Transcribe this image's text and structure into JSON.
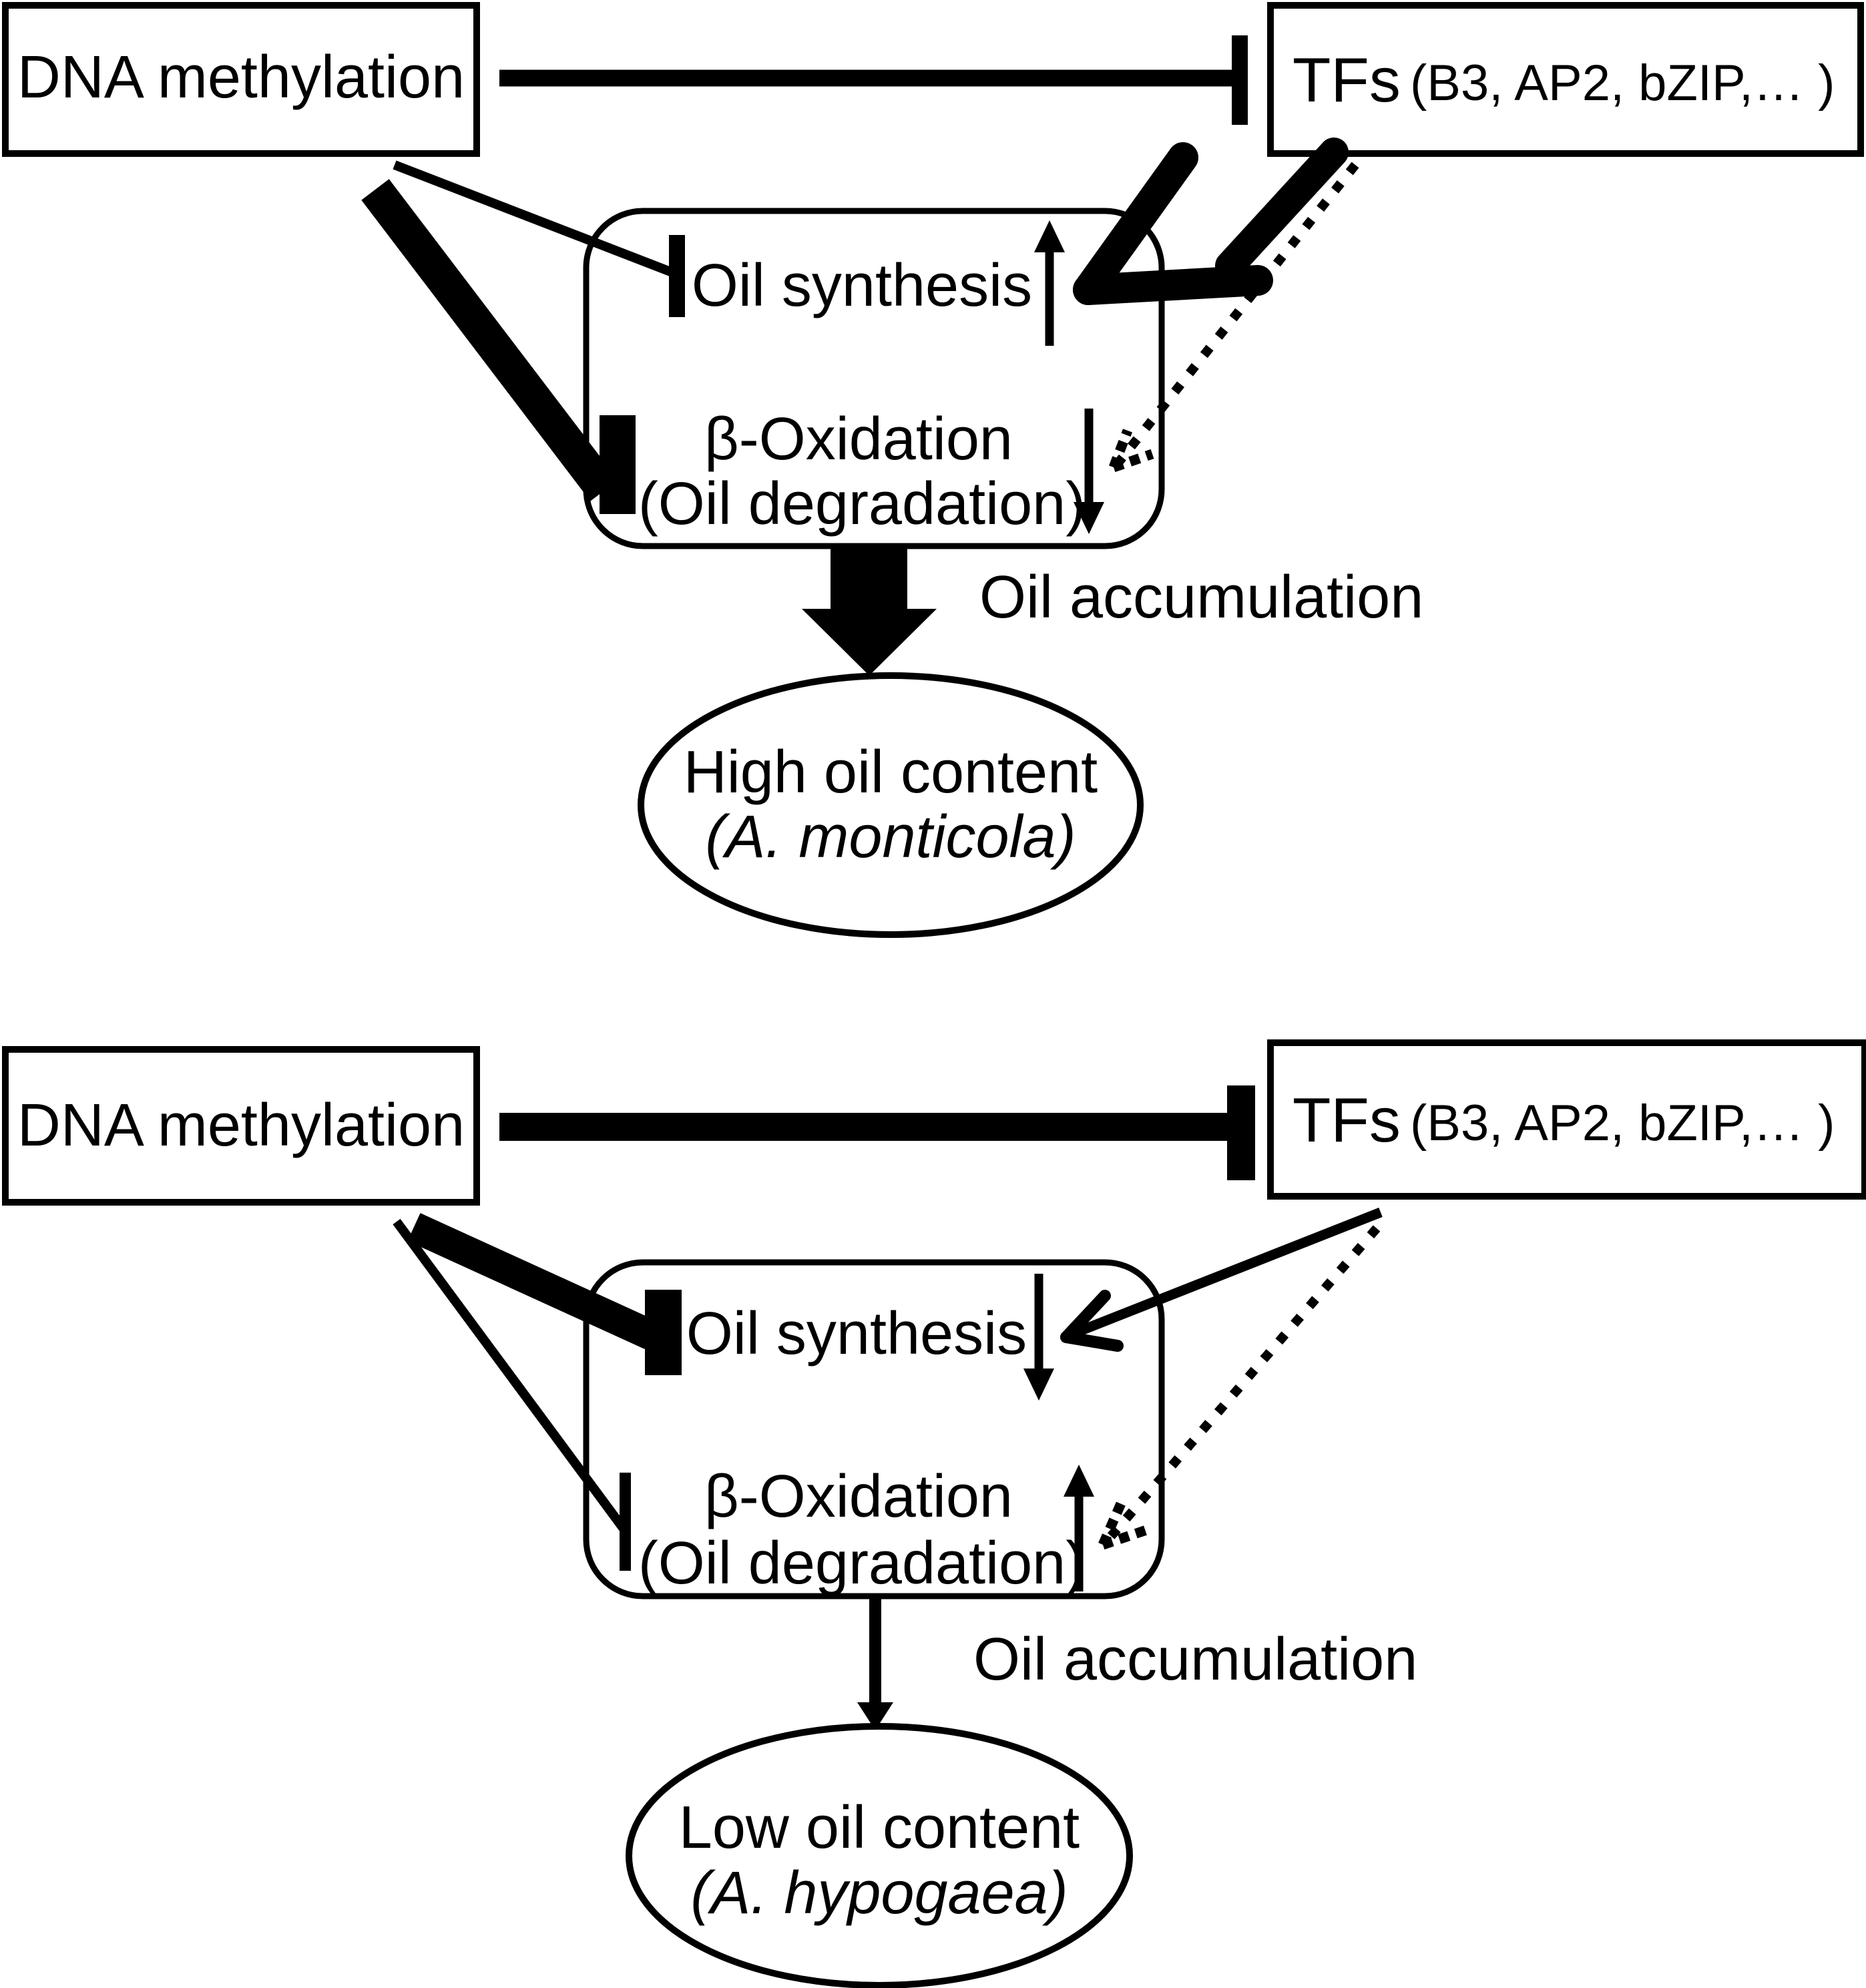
{
  "colors": {
    "ink": "#000000",
    "background": "#ffffff"
  },
  "diagrams": [
    {
      "outcome_type": "high",
      "dna_label": "DNA methylation",
      "tfs_label": "TFs",
      "tfs_detail": "(B3, AP2, bZIP,…  )",
      "oil_synthesis_label": "Oil synthesis",
      "oil_synthesis_trend": "up",
      "beta_oxidation_label": "β-Oxidation",
      "beta_oxidation_sublabel": "(Oil degradation)",
      "beta_oxidation_trend": "down",
      "accumulation_label": "Oil accumulation",
      "outcome_label": "High oil content",
      "outcome_species": "(A. monticola)"
    },
    {
      "outcome_type": "low",
      "dna_label": "DNA methylation",
      "tfs_label": "TFs",
      "tfs_detail": "(B3, AP2, bZIP,…  )",
      "oil_synthesis_label": "Oil synthesis",
      "oil_synthesis_trend": "down",
      "beta_oxidation_label": "β-Oxidation",
      "beta_oxidation_sublabel": "(Oil degradation)",
      "beta_oxidation_trend": "up",
      "accumulation_label": "Oil accumulation",
      "outcome_label": "Low oil content",
      "outcome_species": "(A. hypogaea)"
    }
  ]
}
